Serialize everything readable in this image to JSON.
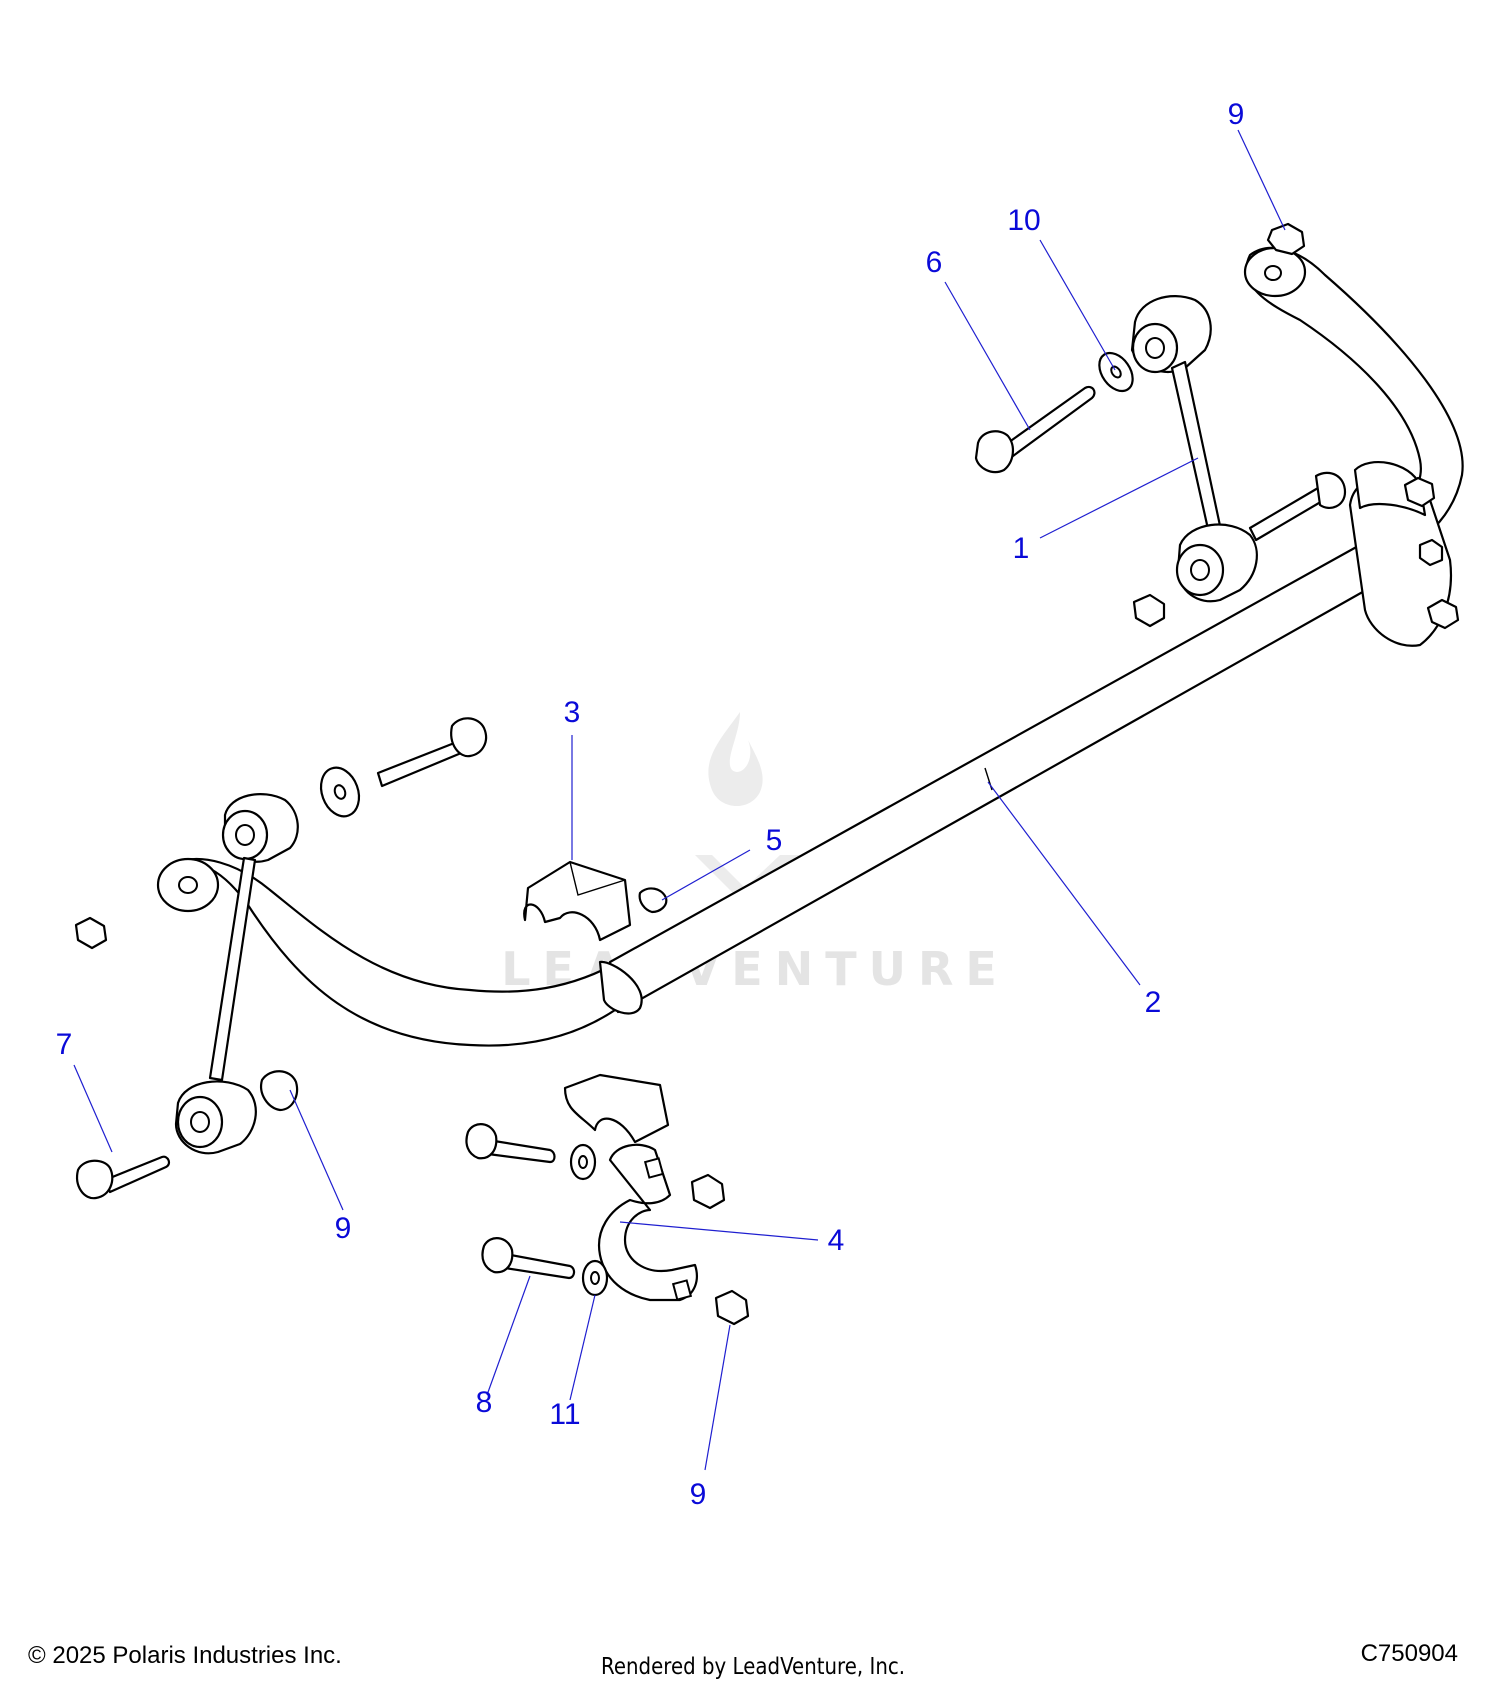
{
  "diagram": {
    "callouts": [
      "9",
      "10",
      "6",
      "1",
      "3",
      "5",
      "2",
      "7",
      "9",
      "4",
      "8",
      "11",
      "9"
    ]
  },
  "watermark": {
    "text": "LEADVENTURE"
  },
  "footer": {
    "copyright": "© 2025 Polaris Industries Inc.",
    "rendered_by": "Rendered by LeadVenture, Inc.",
    "diagram_code": "C750904"
  },
  "colors": {
    "callout": "#0a0ad8",
    "leader": "#1f1fd0",
    "line": "#000000",
    "watermark": "#e4e4e4"
  }
}
